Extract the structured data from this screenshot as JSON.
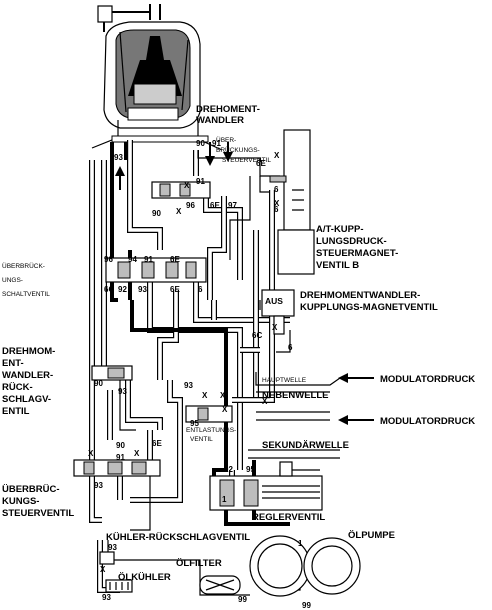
{
  "labels": {
    "drehomentwandler": [
      "DREHOMENT-",
      "WANDLER"
    ],
    "ueberbrueckungssteuerventil_small": [
      "ÜBER-",
      "BRÜCKUNGS-",
      "STEUERVENTIL"
    ],
    "atkupplung": [
      "A/T-KUPP-",
      "LUNGSDRUCK-",
      "STEUERMAGNET-",
      "VENTIL B"
    ],
    "ueberbrueckungsschaltventil": [
      "ÜBERBRÜCK-",
      "UNGS-",
      "SCHALTVENTIL"
    ],
    "aus": "AUS",
    "kupplungsmagnetventil": [
      "DREHMOMENTWANDLER-",
      "KUPPLUNGS-MAGNETVENTIL"
    ],
    "rueckschlagventil": [
      "DREHMOM-",
      "ENT-",
      "WANDLER-",
      "RÜCK-",
      "SCHLAGV-",
      "ENTIL"
    ],
    "hauptwelle": "HAUPTWELLE",
    "modulatordruck_1": "MODULATORDRUCK",
    "nebenwelle": "NEBENWELLE",
    "modulatordruck_2": "MODULATORDRUCK",
    "entlastungsventil": [
      "ENTLASTUNGS-",
      "VENTIL"
    ],
    "sekundaerwelle": "SEKUNDÄRWELLE",
    "ueberbrueckungssteuerventil": [
      "ÜBERBRÜC-",
      "KUNGS-",
      "STEUERVENTIL"
    ],
    "reglerventil": "REGLERVENTIL",
    "oelpumpe": "ÖLPUMPE",
    "kuehlerrueckschlagventil": "KÜHLER-RÜCKSCHLAGVENTIL",
    "oelfilter": "ÖLFILTER",
    "oelkuehler": "ÖLKÜHLER"
  },
  "port_numbers": {
    "n93_top": "93",
    "n90_top": "90",
    "n91_top": "91",
    "n91_b": "91",
    "n90_b": "90",
    "n96_a": "96",
    "n6e_a": "6E",
    "n97": "97",
    "n6e_b": "6E",
    "n6_a": "6",
    "n6_b": "6",
    "n96_b": "96",
    "n94": "94",
    "n91_c": "91",
    "n6e_c": "6E",
    "n6c": "6C",
    "n92": "92",
    "n93_b": "93",
    "n6e_d": "6E",
    "n6_c": "6",
    "n6c_b": "6C",
    "n6_d": "6",
    "n90_c": "90",
    "n93_c": "93",
    "n93_d": "93",
    "n95": "95",
    "n90_d": "90",
    "n91_d": "91",
    "n6e_e": "6E",
    "n93_e": "93",
    "n92_b": "92",
    "n95_b": "95",
    "n1_a": "1",
    "n93_f": "93",
    "n1_b": "1",
    "n93_g": "93",
    "n99_a": "99",
    "n99_b": "99",
    "x": "X"
  },
  "colors": {
    "line": "#000000",
    "fill": "#bdbdbd",
    "background": "#ffffff"
  }
}
